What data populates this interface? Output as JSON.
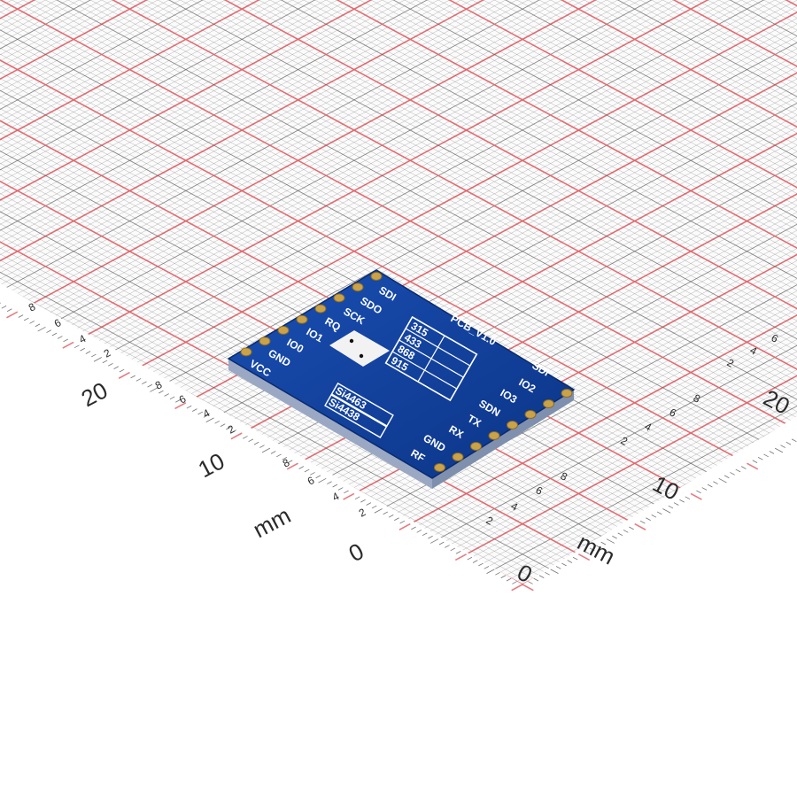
{
  "ruler": {
    "unit": "mm",
    "left_axis_labels": [
      "0",
      "10",
      "20"
    ],
    "right_axis_labels": [
      "0",
      "10",
      "20"
    ],
    "minor_labels": [
      "2",
      "4",
      "6",
      "8"
    ]
  },
  "module": {
    "board_version": "PCB_V1.0",
    "left_pins": [
      "SDI",
      "SDO",
      "SCK",
      "RQ",
      "IO1",
      "IO0",
      "GND",
      "VCC"
    ],
    "right_pins": [
      "SDI",
      "IO2",
      "IO3",
      "SDN",
      "TX",
      "RX",
      "GND",
      "RF"
    ],
    "frequency_options": [
      "315",
      "433",
      "868",
      "915"
    ],
    "chip_options": [
      "Si4463",
      "Si4438"
    ]
  },
  "colors": {
    "board": "#0f3f9a",
    "grid_red": "#e0656b",
    "grid_dark": "#5a5a5a",
    "pad_gold": "#c9a24a"
  }
}
